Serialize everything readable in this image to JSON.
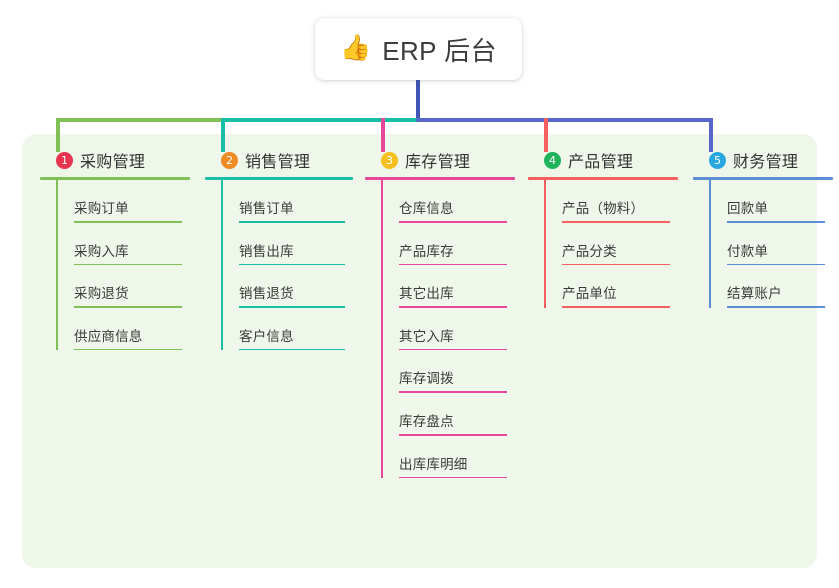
{
  "page": {
    "background": "#ffffff",
    "panel_color": "#eef7e9"
  },
  "root": {
    "emoji": "👍",
    "emoji_name": "thumbs-up-icon",
    "title": "ERP 后台",
    "stem_color": "#4055b4"
  },
  "trunk": {
    "bar_segments": [
      {
        "color": "#80c057"
      },
      {
        "color": "#18bfa6"
      },
      {
        "color": "#5866c9"
      }
    ]
  },
  "columns": [
    {
      "index": "1",
      "title": "采购管理",
      "color": "#80c057",
      "badge_color": "#e8344e",
      "drop_color": "#80c057",
      "items": [
        "采购订单",
        "采购入库",
        "采购退货",
        "供应商信息"
      ]
    },
    {
      "index": "2",
      "title": "销售管理",
      "color": "#18bfa6",
      "badge_color": "#f08a24",
      "drop_color": "#18bfa6",
      "items": [
        "销售订单",
        "销售出库",
        "销售退货",
        "客户信息"
      ]
    },
    {
      "index": "3",
      "title": "库存管理",
      "color": "#e8489c",
      "badge_color": "#f5bf1d",
      "drop_color": "#e8489c",
      "items": [
        "仓库信息",
        "产品库存",
        "其它出库",
        "其它入库",
        "库存调拨",
        "库存盘点",
        "出库库明细"
      ]
    },
    {
      "index": "4",
      "title": "产品管理",
      "color": "#f4605f",
      "badge_color": "#1fb35c",
      "drop_color": "#f4605f",
      "items": [
        "产品（物料）",
        "产品分类",
        "产品单位"
      ]
    },
    {
      "index": "5",
      "title": "财务管理",
      "color": "#5c8ed6",
      "badge_color": "#29a7e0",
      "drop_color": "#5866c9",
      "items": [
        "回款单",
        "付款单",
        "结算账户"
      ]
    }
  ]
}
